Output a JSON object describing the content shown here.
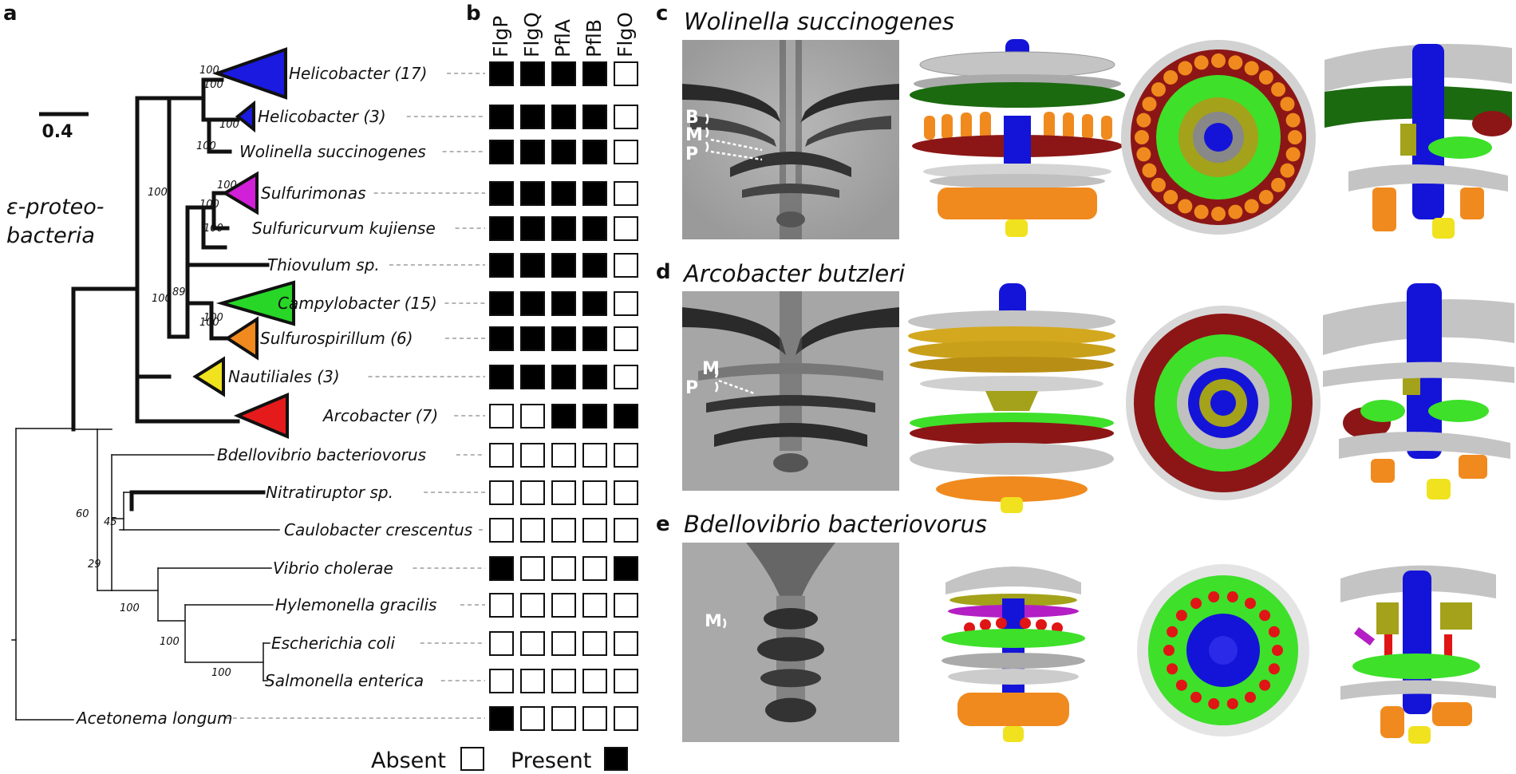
{
  "panels": {
    "a": "a",
    "b": "b",
    "c": "c",
    "d": "d",
    "e": "e"
  },
  "tree": {
    "scale_label": "0.4",
    "group_label_line1": "ε-proteo-",
    "group_label_line2": "bacteria",
    "taxa": [
      {
        "name": "Helicobacter (17)",
        "flgP": true,
        "flgQ": true,
        "pflA": true,
        "pflB": true,
        "flgO": false
      },
      {
        "name": "Helicobacter (3)",
        "flgP": true,
        "flgQ": true,
        "pflA": true,
        "pflB": true,
        "flgO": false
      },
      {
        "name": "Wolinella succinogenes",
        "flgP": true,
        "flgQ": true,
        "pflA": true,
        "pflB": true,
        "flgO": false
      },
      {
        "name": "Sulfurimonas",
        "flgP": true,
        "flgQ": true,
        "pflA": true,
        "pflB": true,
        "flgO": false
      },
      {
        "name": "Sulfuricurvum kujiense",
        "flgP": true,
        "flgQ": true,
        "pflA": true,
        "pflB": true,
        "flgO": false
      },
      {
        "name": "Thiovulum sp.",
        "flgP": true,
        "flgQ": true,
        "pflA": true,
        "pflB": true,
        "flgO": false
      },
      {
        "name": "Campylobacter (15)",
        "flgP": true,
        "flgQ": true,
        "pflA": true,
        "pflB": true,
        "flgO": false
      },
      {
        "name": "Sulfurospirillum (6)",
        "flgP": true,
        "flgQ": true,
        "pflA": true,
        "pflB": true,
        "flgO": false
      },
      {
        "name": "Nautiliales (3)",
        "flgP": true,
        "flgQ": true,
        "pflA": true,
        "pflB": true,
        "flgO": false
      },
      {
        "name": "Arcobacter (7)",
        "flgP": false,
        "flgQ": false,
        "pflA": true,
        "pflB": true,
        "flgO": true
      },
      {
        "name": "Bdellovibrio bacteriovorus",
        "flgP": false,
        "flgQ": false,
        "pflA": false,
        "pflB": false,
        "flgO": false
      },
      {
        "name": "Nitratiruptor sp.",
        "flgP": false,
        "flgQ": false,
        "pflA": false,
        "pflB": false,
        "flgO": false
      },
      {
        "name": "Caulobacter crescentus",
        "flgP": false,
        "flgQ": false,
        "pflA": false,
        "pflB": false,
        "flgO": false
      },
      {
        "name": "Vibrio cholerae",
        "flgP": true,
        "flgQ": false,
        "pflA": false,
        "pflB": false,
        "flgO": true
      },
      {
        "name": "Hylemonella gracilis",
        "flgP": false,
        "flgQ": false,
        "pflA": false,
        "pflB": false,
        "flgO": false
      },
      {
        "name": "Escherichia coli",
        "flgP": false,
        "flgQ": false,
        "pflA": false,
        "pflB": false,
        "flgO": false
      },
      {
        "name": "Salmonella enterica",
        "flgP": false,
        "flgQ": false,
        "pflA": false,
        "pflB": false,
        "flgO": false
      },
      {
        "name": "Acetonema longum",
        "flgP": true,
        "flgQ": false,
        "pflA": false,
        "pflB": false,
        "flgO": false
      }
    ],
    "bootstrap": [
      "100",
      "100",
      "100",
      "100",
      "100",
      "100",
      "89",
      "100",
      "100",
      "100",
      "100",
      "100",
      "60",
      "45",
      "29",
      "100",
      "100",
      "100"
    ],
    "clade_colors": {
      "helicobacter17": "#1a1ae0",
      "helicobacter3": "#1a1ae0",
      "sulfurimonas": "#d21fd8",
      "campylobacter": "#27d627",
      "sulfurospirillum": "#f08a1e",
      "nautiliales": "#f0e21e",
      "arcobacter": "#e51b1b"
    }
  },
  "matrix": {
    "columns": [
      "FlgP",
      "FlgQ",
      "PflA",
      "PflB",
      "FlgO"
    ],
    "legend_absent": "Absent",
    "legend_present": "Present"
  },
  "structures": {
    "c": {
      "title": "Wolinella succinogenes",
      "labels": [
        "B",
        "M",
        "P"
      ]
    },
    "d": {
      "title": "Arcobacter butzleri",
      "labels": [
        "M",
        "P"
      ]
    },
    "e": {
      "title": "Bdellovibrio bacteriovorus",
      "labels": [
        "M"
      ]
    }
  },
  "render_colors": {
    "blue": "#1414d8",
    "grey": "#c4c4c4",
    "dark_green": "#1c6a10",
    "orange": "#f08a1e",
    "dark_red": "#8c1616",
    "green": "#3ee02a",
    "olive": "#a3a21a",
    "yellow": "#f0e21e",
    "gold": "#d4a81e",
    "purple": "#b31fc4",
    "red": "#e01515"
  }
}
